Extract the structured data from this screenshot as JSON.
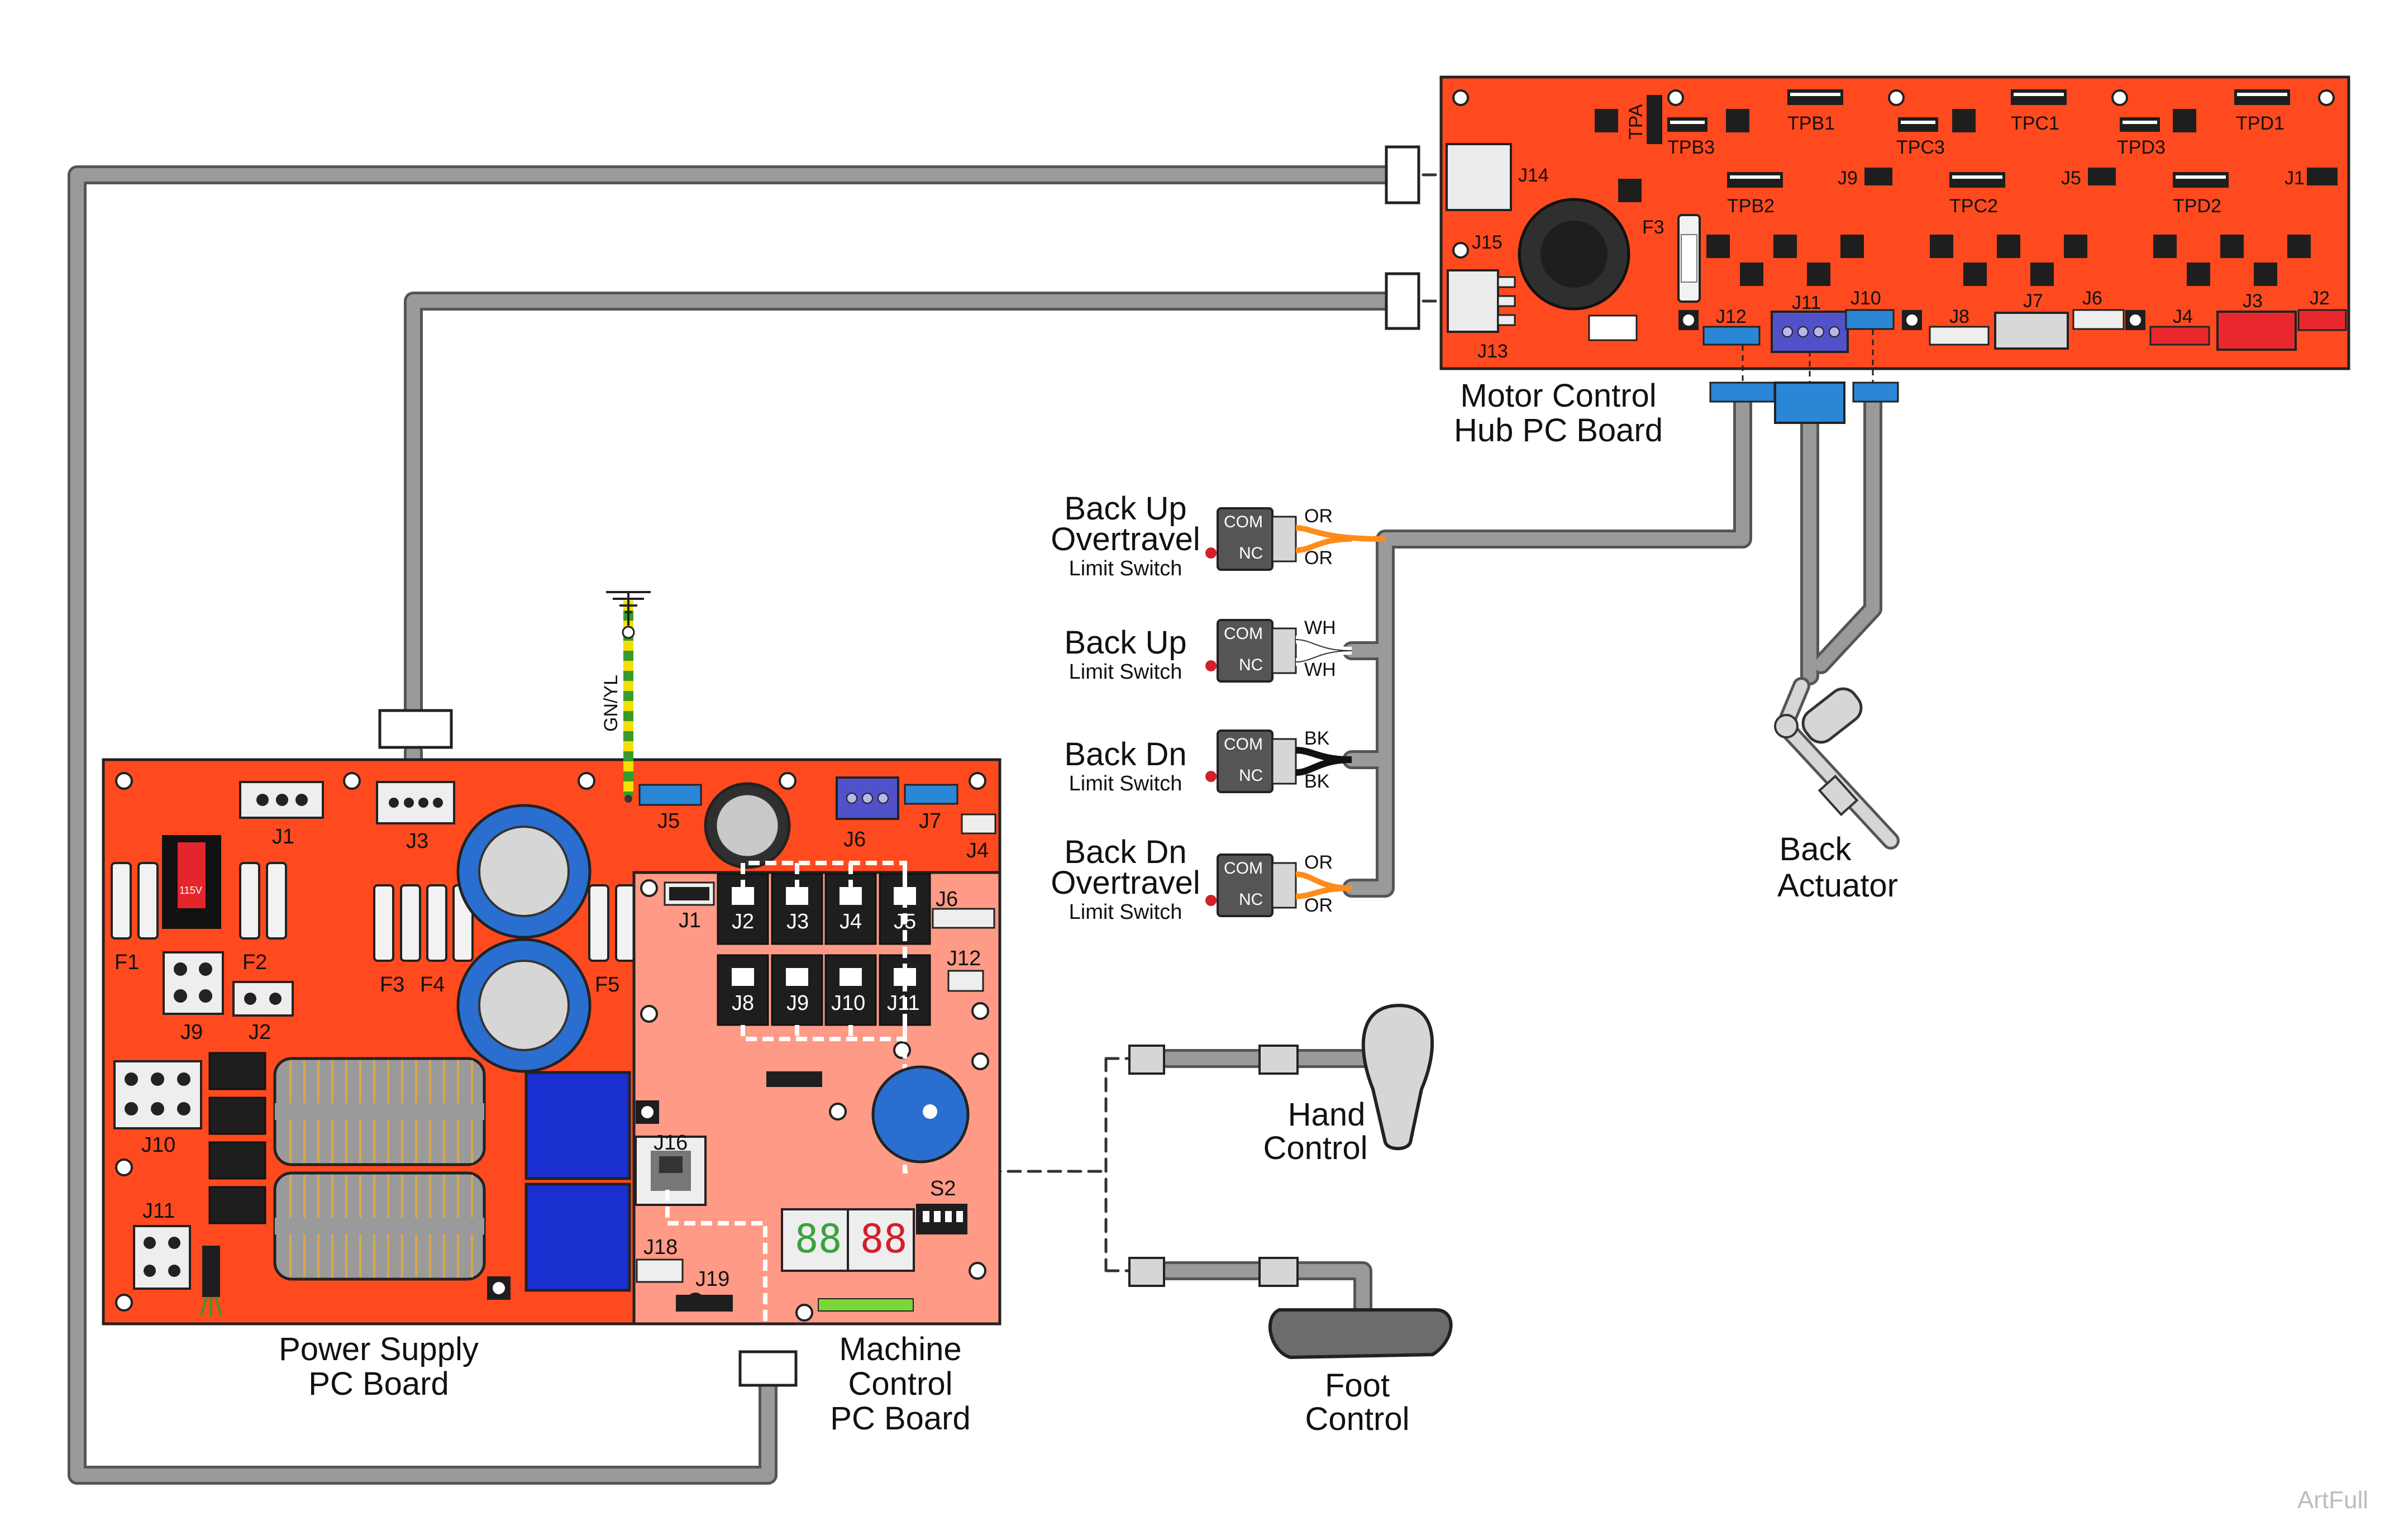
{
  "motor_board": {
    "title_line1": "Motor Control",
    "title_line2": "Hub PC Board",
    "connectors": {
      "tpa": "TPA",
      "tpb1": "TPB1",
      "tpb2": "TPB2",
      "tpb3": "TPB3",
      "tpc1": "TPC1",
      "tpc2": "TPC2",
      "tpc3": "TPC3",
      "tpd1": "TPD1",
      "tpd2": "TPD2",
      "tpd3": "TPD3",
      "j1": "J1",
      "j2": "J2",
      "j3": "J3",
      "j4": "J4",
      "j5": "J5",
      "j6": "J6",
      "j7": "J7",
      "j8": "J8",
      "j9": "J9",
      "j10": "J10",
      "j11": "J11",
      "j12": "J12",
      "j13": "J13",
      "j14": "J14",
      "j15": "J15",
      "f3": "F3"
    }
  },
  "power_board": {
    "title_line1": "Power Supply",
    "title_line2": "PC Board",
    "connectors": {
      "j1": "J1",
      "j2": "J2",
      "j3": "J3",
      "j5": "J5",
      "j9": "J9",
      "j10": "J10",
      "j11": "J11",
      "f1": "F1",
      "f2": "F2",
      "f3": "F3",
      "f4": "F4",
      "f5": "F5",
      "voltage": "115V"
    }
  },
  "machine_board": {
    "title_line1": "Machine",
    "title_line2": "Control",
    "title_line3": "PC Board",
    "connectors": {
      "j1": "J1",
      "j2": "J2",
      "j3": "J3",
      "j4": "J4",
      "j5": "J5",
      "j6": "J6",
      "j7": "J7",
      "j8": "J8",
      "j9": "J9",
      "j10": "J10",
      "j11": "J11",
      "j12": "J12",
      "j16": "J16",
      "j18": "J18",
      "j19": "J19",
      "s2": "S2"
    },
    "display_left": "88",
    "display_right": "88"
  },
  "ground_wire": "GN/YL",
  "switches": [
    {
      "line1": "Back Up",
      "line2": "Overtravel",
      "line3": "Limit Switch",
      "com": "COM",
      "nc": "NC",
      "wire_top": "OR",
      "wire_bottom": "OR"
    },
    {
      "line1": "Back Up",
      "line2": "",
      "line3": "Limit Switch",
      "com": "COM",
      "nc": "NC",
      "wire_top": "WH",
      "wire_bottom": "WH"
    },
    {
      "line1": "Back Dn",
      "line2": "",
      "line3": "Limit Switch",
      "com": "COM",
      "nc": "NC",
      "wire_top": "BK",
      "wire_bottom": "BK"
    },
    {
      "line1": "Back Dn",
      "line2": "Overtravel",
      "line3": "Limit Switch",
      "com": "COM",
      "nc": "NC",
      "wire_top": "OR",
      "wire_bottom": "OR"
    }
  ],
  "actuator": {
    "line1": "Back",
    "line2": "Actuator"
  },
  "hand_control": {
    "line1": "Hand",
    "line2": "Control"
  },
  "foot_control": {
    "line1": "Foot",
    "line2": "Control"
  },
  "watermark": "ArtFull",
  "colors": {
    "board_red": "#ff4a1f",
    "machine_board": "#ff9a86",
    "cable_gray": "#9a9a9a",
    "connector_blue": "#2b86d6",
    "capacitor_blue": "#2a6fd0",
    "relay_blue": "#1a2fd0",
    "wire_orange": "#ff8c1a",
    "ground_green": "#3a9a2a",
    "ground_yellow": "#f4e000"
  }
}
